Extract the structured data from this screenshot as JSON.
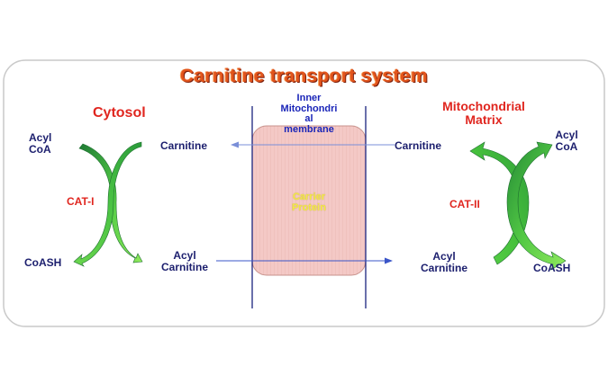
{
  "title": "Carnitine transport system",
  "compartments": {
    "cytosol": "Cytosol",
    "matrix": "Mitochondrial\nMatrix",
    "membrane": "Inner\nMitochondri\nal\nmembrane"
  },
  "carrier": "Carrier\nProtein",
  "left": {
    "acyl_coa": "Acyl\nCoA",
    "coash": "CoASH",
    "enzyme": "CAT-I",
    "carnitine": "Carnitine",
    "acyl_carnitine": "Acyl\nCarnitine"
  },
  "right": {
    "acyl_coa": "Acyl\nCoA",
    "coash": "CoASH",
    "enzyme": "CAT-II",
    "carnitine": "Carnitine",
    "acyl_carnitine": "Acyl\nCarnitine"
  },
  "colors": {
    "title": "#e2541c",
    "compartment_labels": "#e0261f",
    "metabolite_labels": "#1c1f6e",
    "membrane_lines": "#1a237e",
    "carrier_fill": "#f4c9c6",
    "arrow_green": "#44c23c",
    "arrow_blue": "#3a55c8"
  }
}
